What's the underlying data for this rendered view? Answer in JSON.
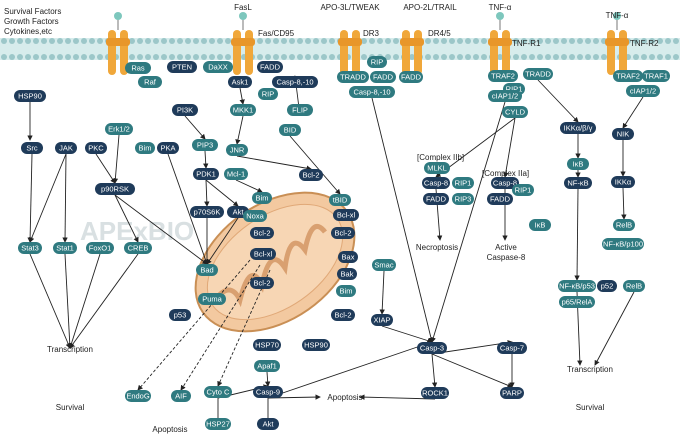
{
  "receptors": {
    "top_left": [
      "Survival Factors",
      "Growth Factors",
      "Cytokines,etc"
    ],
    "fasl": "FasL",
    "fas": "Fas/CD95",
    "apo3l": "APO-3L/TWEAK",
    "dr3": "DR3",
    "apo2l": "APO-2L/TRAIL",
    "dr45": "DR4/5",
    "tnfa1": "TNF-α",
    "tnfr1": "TNF-R1",
    "tnfa2": "TNF-α",
    "tnfr2": "TNF-R2"
  },
  "nodes": {
    "ras": "Ras",
    "raf": "Raf",
    "pten": "PTEN",
    "daxx": "DaXX",
    "fadd1": "FADD",
    "ask1": "Ask1",
    "casp810a": "Casp-8,-10",
    "rip1": "RIP",
    "hsp90a": "HSP90",
    "pi3k": "PI3K",
    "mkk1": "MKK1",
    "flip": "FLIP",
    "erk12": "Erk1/2",
    "src": "Src",
    "jak": "JAK",
    "pkc": "PKC",
    "bima": "Bim",
    "pka": "PKA",
    "pip3": "PIP3",
    "bid": "BID",
    "jnr": "JNR",
    "pdk1": "PDK1",
    "p90rsk": "p90RSK",
    "p70s6k": "p70S6K",
    "akt1": "Akt",
    "mcl1": "Mcl-1",
    "bimb": "Bim",
    "noxa": "Noxa",
    "bcl2a": "Bcl-2",
    "bclxla": "Bcl-xl",
    "bad": "Bad",
    "bcl2b": "Bcl-2",
    "puma": "Puma",
    "p53": "p53",
    "stat3": "Stat3",
    "stat1": "Stat1",
    "foxo1": "FoxO1",
    "creb": "CREB",
    "bcl2c": "Bcl-2",
    "tbid": "tBID",
    "bclxlb": "Bcl-xl",
    "bcl2d": "Bcl-2",
    "bax": "Bax",
    "bak": "Bak",
    "bimc": "Bim",
    "bcl2e": "Bcl-2",
    "rip2": "RIP",
    "tradd1": "TRADD",
    "fadd2": "FADD",
    "casp810b": "Casp-8,-10",
    "fadd3": "FADD",
    "traf2a": "TRAF2",
    "rip1b": "RIP1",
    "tradd2": "TRADD",
    "ciap12a": "cIAP1/2",
    "cyld": "CYLD",
    "ikk": "IKKα/β/γ",
    "mlkl": "MLKL",
    "casp8a": "Casp-8",
    "rip1c": "RIP1",
    "fadd4": "FADD",
    "rip3": "RIP3",
    "casp8b": "Casp-8",
    "rip1d": "RIP1",
    "fadd5": "FADD",
    "ikba": "IκB",
    "nfkb": "NF-κB",
    "ikbb": "IκB",
    "traf2b": "TRAF2",
    "traf1": "TRAF1",
    "ciap12b": "cIAP1/2",
    "nik": "NIK",
    "ikka": "IKKα",
    "relb": "RelB",
    "nfkbp100": "NF-κB/p100",
    "nfkbp53": "NF-κB/p53",
    "p65rela": "p65/RelA",
    "p52": "p52",
    "relb2": "RelB",
    "smac": "Smac",
    "xiap": "XIAP",
    "casp3": "Casp-3",
    "casp7": "Casp-7",
    "rock1": "ROCK1",
    "parp": "PARP",
    "hsp70": "HSP70",
    "hsp90b": "HSP90",
    "apaf1": "Apaf1",
    "casp9": "Casp-9",
    "cytoc": "Cyto C",
    "hsp27": "HSP27",
    "akt2": "Akt",
    "endog": "EndoG",
    "aif": "AIF"
  },
  "labels": {
    "complex2b": "[Complex IIb]",
    "complex2a": "[Complex IIa]",
    "necroptosis": "Necroptosis",
    "active_casp8": "Active\nCaspase-8",
    "transcription1": "Transcription",
    "survival1": "Survival",
    "transcription2": "Transcription",
    "survival2": "Survival",
    "apoptosis1": "Apoptosis",
    "apoptosis2": "Apoptosis"
  },
  "watermark": "APExBIO",
  "colors": {
    "node": "#2f7a80",
    "node_dark": "#1f4f6e",
    "node_navy": "#1f3b5a",
    "receptor": "#f0a73a",
    "membrane": "#9cc7c9",
    "mito": "#f3c9a0",
    "mito_stroke": "#c98f55"
  }
}
